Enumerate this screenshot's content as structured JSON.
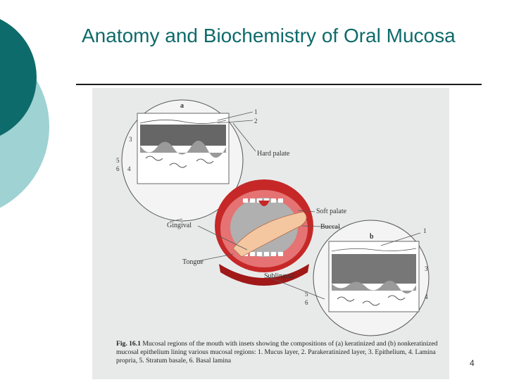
{
  "slide": {
    "title": "Anatomy and Biochemistry of Oral Mucosa",
    "page_number": "4"
  },
  "figure": {
    "inset_a_label": "a",
    "inset_b_label": "b",
    "regions": {
      "hard_palate": "Hard palate",
      "soft_palate": "Soft palate",
      "buccal": "Buccal",
      "gingival": "Gingival",
      "tongue": "Tongue",
      "sublingual": "Sublingual"
    },
    "layer_numbers_a": [
      "1",
      "2",
      "3",
      "5",
      "6",
      "4"
    ],
    "layer_numbers_b": [
      "1",
      "3",
      "5",
      "6",
      "4"
    ],
    "caption_label": "Fig. 16.1",
    "caption_text": "Mucosal regions of the mouth with insets showing the compositions of (a) keratinized and (b) nonkeratinized mucosal epithelium lining various mucosal regions: 1. Mucus layer, 2. Parakeratinized layer, 3. Epithelium, 4. Lamina propria, 5. Stratum basale, 6. Basal lamina"
  },
  "colors": {
    "accent_dark": "#0e6b6b",
    "accent_light": "#9fd2d2"
  }
}
